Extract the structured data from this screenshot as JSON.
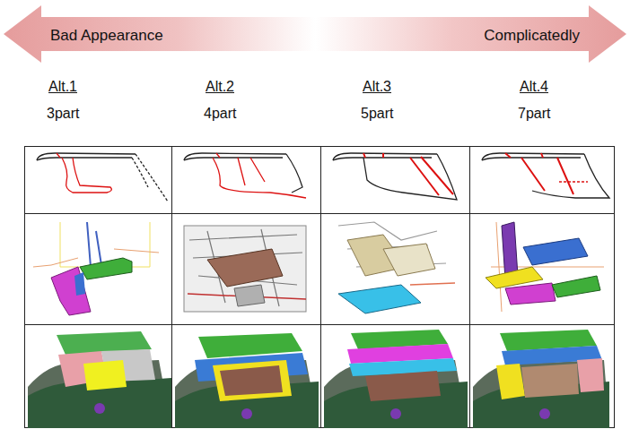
{
  "diagram": {
    "nodes": [
      {
        "text": [
          "Bad Appearance",
          "Complicatedly"
        ]
      }
    ],
    "labels": [
      "Alt.1",
      "3part",
      "Alt.2",
      "4part",
      "Alt.3",
      "5part",
      "Alt.4",
      "7part"
    ]
  }
}
